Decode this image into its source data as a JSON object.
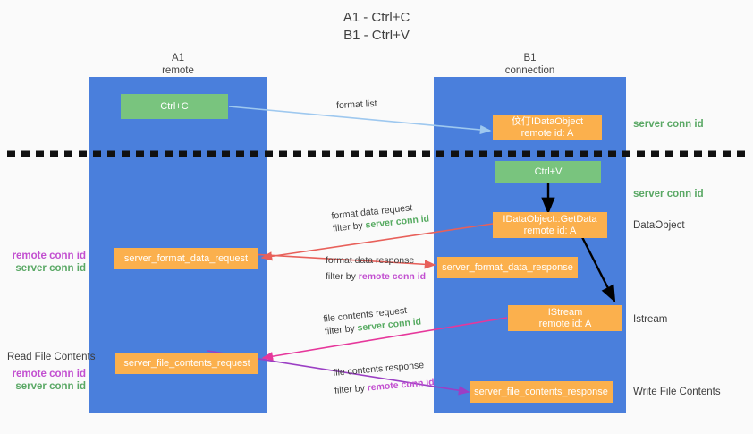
{
  "title": {
    "line1": "A1 - Ctrl+C",
    "line2": "B1 - Ctrl+V"
  },
  "colors": {
    "lane": "#4a7fdc",
    "green_node": "#79c47e",
    "orange_node": "#fbb04d",
    "server_conn_id": "#5aa865",
    "remote_conn_id": "#c24fd0",
    "arrow_format_list": "#9ec8ef",
    "arrow_format_data": "#e8605a",
    "arrow_file_contents_request": "#e6379b",
    "arrow_file_contents_response": "#9b3fc4",
    "arrow_internal": "#000000",
    "divider": "#111111",
    "background": "#fafafa"
  },
  "lanes": [
    {
      "name": "A1",
      "subtitle": "remote"
    },
    {
      "name": "B1",
      "subtitle": "connection"
    }
  ],
  "nodes": {
    "ctrl_c": {
      "line1": "Ctrl+C",
      "line2": ""
    },
    "idataobject_create": {
      "line1": "伩仃IDataObject",
      "line2": "remote id: A"
    },
    "ctrl_v": {
      "line1": "Ctrl+V",
      "line2": ""
    },
    "getdata": {
      "line1": "IDataObject::GetData",
      "line2": "remote id: A"
    },
    "server_format_data_request": {
      "line1": "server_format_data_request",
      "line2": ""
    },
    "server_format_data_response": {
      "line1": "server_format_data_response",
      "line2": ""
    },
    "istream": {
      "line1": "IStream",
      "line2": "remote id: A"
    },
    "server_file_contents_request": {
      "line1": "server_file_contents_request",
      "line2": ""
    },
    "server_file_contents_response": {
      "line1": "server_file_contents_response",
      "line2": ""
    }
  },
  "edges": [
    {
      "id": "format-list",
      "line1": "format list",
      "line2_prefix": "",
      "line2_highlight": "",
      "color": "#9ec8ef"
    },
    {
      "id": "format-data-request",
      "line1": "format data request",
      "line2_prefix": "filter by ",
      "line2_highlight": "server conn id",
      "color": "#e8605a"
    },
    {
      "id": "format-data-response",
      "line1": "format data response",
      "line2_prefix": "filter by ",
      "line2_highlight": "remote conn id",
      "color": "#e8605a"
    },
    {
      "id": "file-contents-request",
      "line1": "file contents request",
      "line2_prefix": "filter by ",
      "line2_highlight": "server conn id",
      "color": "#e6379b"
    },
    {
      "id": "file-contents-response",
      "line1": "file contents response",
      "line2_prefix": "filter by ",
      "line2_highlight": "remote conn id",
      "color": "#9b3fc4"
    }
  ],
  "right_labels": {
    "server_conn_id_top": "server conn id",
    "server_conn_id_mid": "server conn id",
    "dataobject": "DataObject",
    "istream": "Istream",
    "write_file_contents": "Write File Contents"
  },
  "left_labels": {
    "format_remote": "remote conn id",
    "format_server": "server conn id",
    "read_file_contents": "Read File Contents",
    "file_remote": "remote conn id",
    "file_server": "server conn id"
  }
}
